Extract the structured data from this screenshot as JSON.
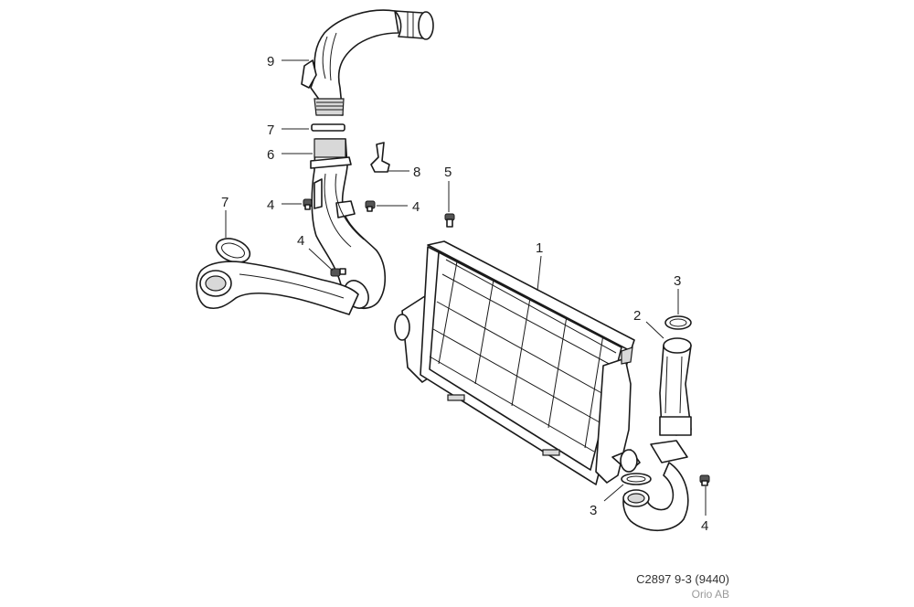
{
  "callouts": {
    "c1": "1",
    "c2": "2",
    "c3a": "3",
    "c3b": "3",
    "c4a": "4",
    "c4b": "4",
    "c4c": "4",
    "c4d": "4",
    "c5": "5",
    "c6": "6",
    "c7a": "7",
    "c7b": "7",
    "c8": "8",
    "c9": "9"
  },
  "caption": {
    "code": "C2897 9-3 (9440)",
    "company": "Orio AB"
  }
}
